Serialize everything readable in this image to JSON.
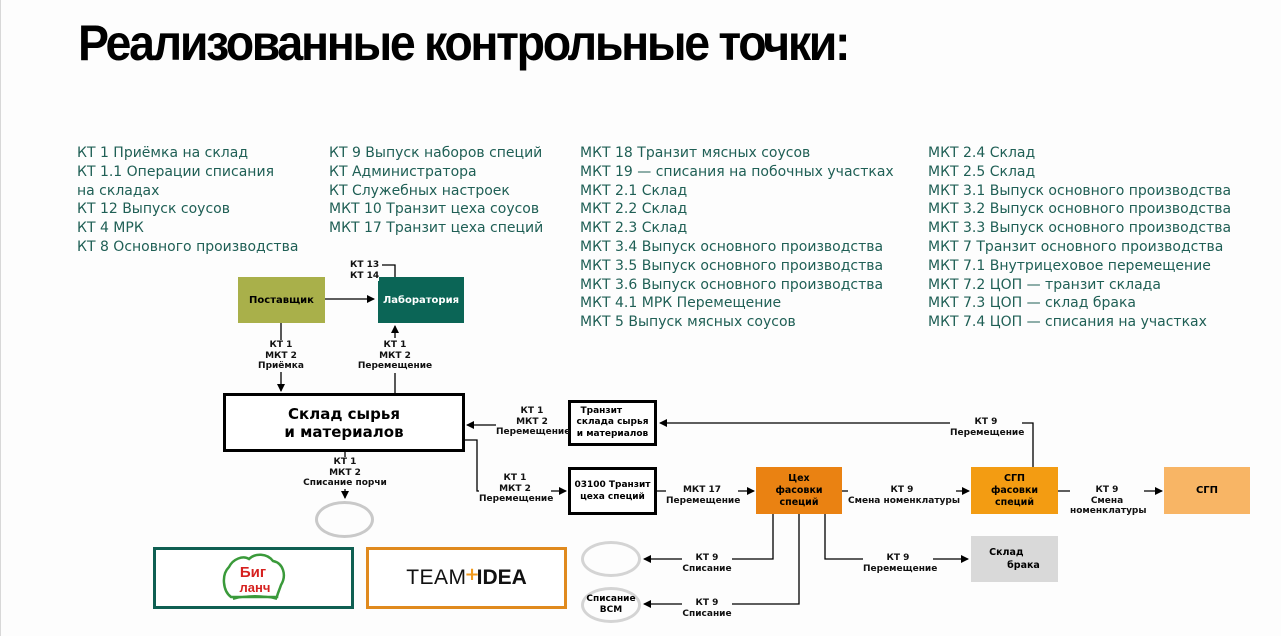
{
  "title": "Реализованные контрольные точки:",
  "columns": [
    [
      "КТ 1 Приёмка на склад",
      "КТ 1.1 Операции списания",
      "на складах",
      "КТ 12 Выпуск соусов",
      "КТ 4 МРК",
      "КТ 8 Основного производства"
    ],
    [
      "КТ 9 Выпуск наборов специй",
      "КТ Администратора",
      "КТ Служебных настроек",
      "МКТ 10 Транзит цеха соусов",
      "МКТ 17 Транзит цеха специй"
    ],
    [
      "МКТ 18 Транзит мясных соусов",
      "МКТ 19 — списания на побочных участках",
      "МКТ 2.1 Склад",
      "МКТ 2.2 Склад",
      "МКТ 2.3 Склад",
      "МКТ 3.4 Выпуск основного производства",
      "МКТ 3.5 Выпуск основного производства",
      "МКТ 3.6 Выпуск основного производства",
      "МКТ 4.1 МРК Перемещение",
      "МКТ 5 Выпуск мясных соусов"
    ],
    [
      "МКТ 2.4 Склад",
      "МКТ 2.5 Склад",
      "МКТ 3.1 Выпуск основного производства",
      "МКТ 3.2 Выпуск основного производства",
      "МКТ 3.3 Выпуск основного производства",
      "МКТ 7 Транзит основного производства",
      "МКТ 7.1 Внутрицеховое перемещение",
      "МКТ 7.2 ЦОП — транзит склада",
      "МКТ 7.3 ЦОП — склад брака",
      "МКТ 7.4 ЦОП — списания на участках"
    ]
  ],
  "nodes": {
    "supplier": "Поставщик",
    "lab": "Лаборатория",
    "warehouse": [
      "Склад сырья",
      "и материалов"
    ],
    "transit_warehouse": [
      "Транзит",
      "склада сырья",
      "и материалов"
    ],
    "transit_spices": [
      "03100 Транзит",
      "цеха специй"
    ],
    "packing_shop": [
      "Цех",
      "фасовки специй"
    ],
    "sgp_packing": [
      "СГП",
      "фасовки специй"
    ],
    "sgp": "СГП",
    "defect_warehouse": [
      "Склад",
      "брака"
    ],
    "writeoff_vsm": [
      "Списание",
      "ВСМ"
    ]
  },
  "edge_labels": {
    "kt13_14": [
      "КТ 13",
      "КТ 14"
    ],
    "supplier_down": [
      "КТ 1",
      "МКТ 2",
      "Приёмка"
    ],
    "to_lab": [
      "КТ 1",
      "МКТ 2",
      "Перемещение"
    ],
    "from_transit": [
      "КТ 1",
      "МКТ 2",
      "Перемещение"
    ],
    "spoilage": [
      "КТ 1",
      "МКТ 2",
      "Списание порчи"
    ],
    "to_transit_spices": [
      "КТ 1",
      "МКТ 2",
      "Перемещение"
    ],
    "mkt17": [
      "МКТ 17",
      "Перемещение"
    ],
    "nomenclature": [
      "КТ 9",
      "Смена номенклатуры"
    ],
    "return_move": [
      "КТ 9",
      "Перемещение"
    ],
    "to_sgp": [
      "КТ 9",
      "Смена",
      "номенклатуры"
    ],
    "writeoff1": [
      "КТ 9",
      "Списание"
    ],
    "writeoff2": [
      "КТ 9",
      "Списание"
    ],
    "to_defect": [
      "КТ 9",
      "Перемещение"
    ]
  },
  "logos": {
    "big_lunch": [
      "Биг",
      "ланч"
    ],
    "team_idea": [
      "TEAM",
      "IDEA"
    ]
  },
  "colors": {
    "text_green": "#1f5f55",
    "supplier": "#a9b04a",
    "lab": "#0b6556",
    "packing_shop": "#ea8212",
    "sgp_packing": "#f39c12",
    "sgp": "#f8b565",
    "defect": "#d9d9d9",
    "big_lunch_border": "#0f5f52",
    "team_idea_border": "#e08a1e"
  }
}
